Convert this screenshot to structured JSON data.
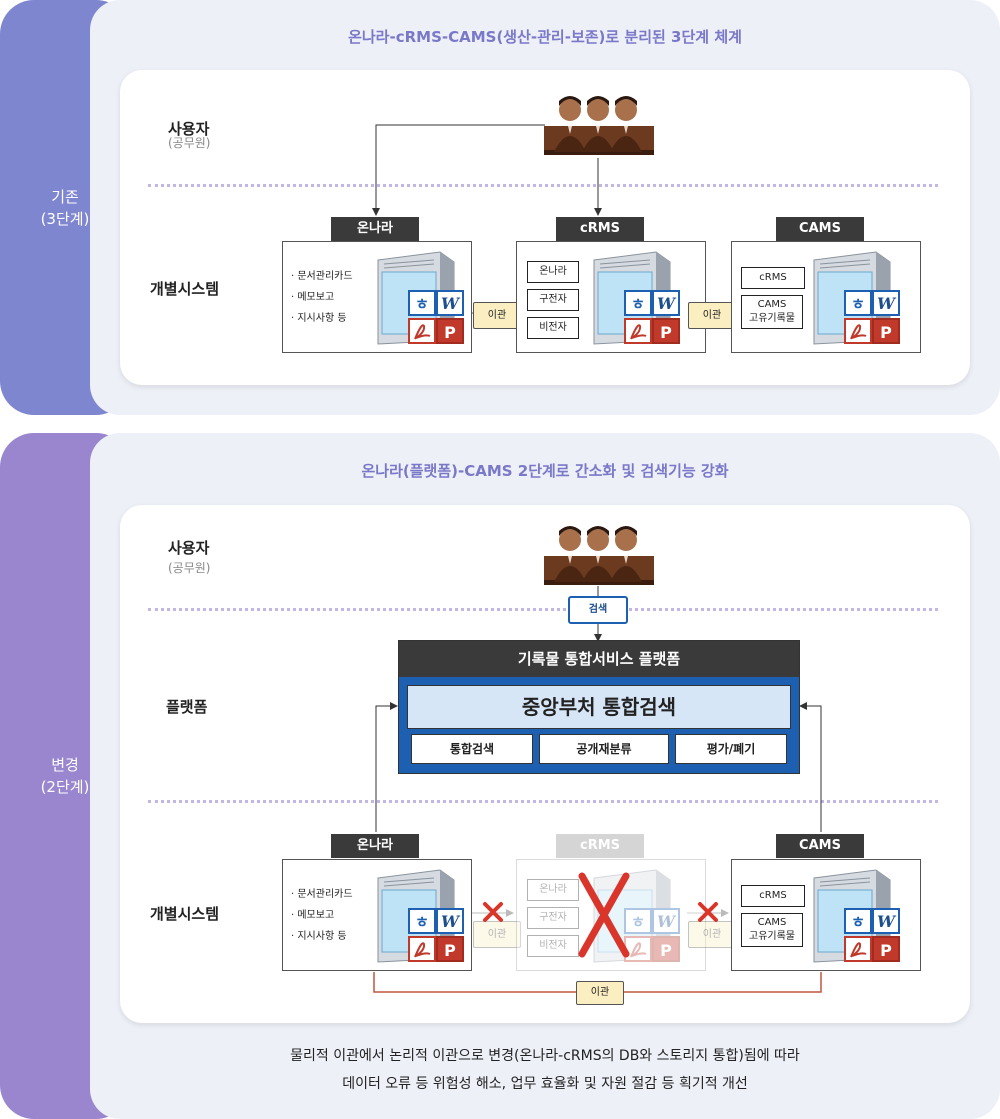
{
  "top": {
    "side_label_1": "기존",
    "side_label_2": "(3단계)",
    "heading": "온나라-cRMS-CAMS(생산-관리-보존)로 분리된 3단계 체계",
    "user_label": "사용자",
    "user_sub": "(공무원)",
    "row_label": "개별시스템",
    "onnara": {
      "title": "온나라",
      "bullets": [
        "· 문서관리카드",
        "· 메모보고",
        "· 지시사항  등"
      ]
    },
    "crms": {
      "title": "cRMS",
      "tags": [
        "온나라",
        "구전자",
        "비전자"
      ]
    },
    "cams": {
      "title": "CAMS",
      "tag1": "cRMS",
      "tag2a": "CAMS",
      "tag2b": "고유기록물"
    },
    "transfer": "이관"
  },
  "bottom": {
    "side_label_1": "변경",
    "side_label_2": "(2단계)",
    "heading": "온나라(플랫폼)-CAMS 2단계로 간소화 및 검색기능 강화",
    "user_label": "사용자",
    "user_sub": "(공무원)",
    "search_tag": "검색",
    "platform_row_label": "플랫폼",
    "platform_title": "기록물 통합서비스 플랫폼",
    "central": "중앙부처 통합검색",
    "platform_buttons": [
      "통합검색",
      "공개재분류",
      "평가/폐기"
    ],
    "row_label": "개별시스템",
    "onnara": {
      "title": "온나라",
      "bullets": [
        "· 문서관리카드",
        "· 메모보고",
        "· 지시사항  등"
      ]
    },
    "crms": {
      "title": "cRMS",
      "tags": [
        "온나라",
        "구전자",
        "비전자"
      ]
    },
    "cams": {
      "title": "CAMS",
      "tag1": "cRMS",
      "tag2a": "CAMS",
      "tag2b": "고유기록물"
    },
    "transfer": "이관",
    "bottom_transfer": "이관"
  },
  "footer": {
    "line1": "물리적 이관에서 논리적 이관으로 변경(온나라-cRMS의 DB와 스토리지 통합)됨에 따라",
    "line2": "데이터 오류 등 위험성 해소, 업무 효율화 및 자원 절감 등 획기적 개선"
  },
  "colors": {
    "top_tab": "#7f86d0",
    "bottom_tab": "#9a86cf",
    "platform_blue": "#1d5fb0",
    "cross_red": "#d9352a",
    "link_red": "#c0563f",
    "heading": "#7a78c8"
  },
  "icons": [
    "users-icon",
    "server-icon",
    "hwp-icon",
    "word-icon",
    "pdf-icon",
    "ppt-icon",
    "cross-icon",
    "arrow-icon"
  ]
}
